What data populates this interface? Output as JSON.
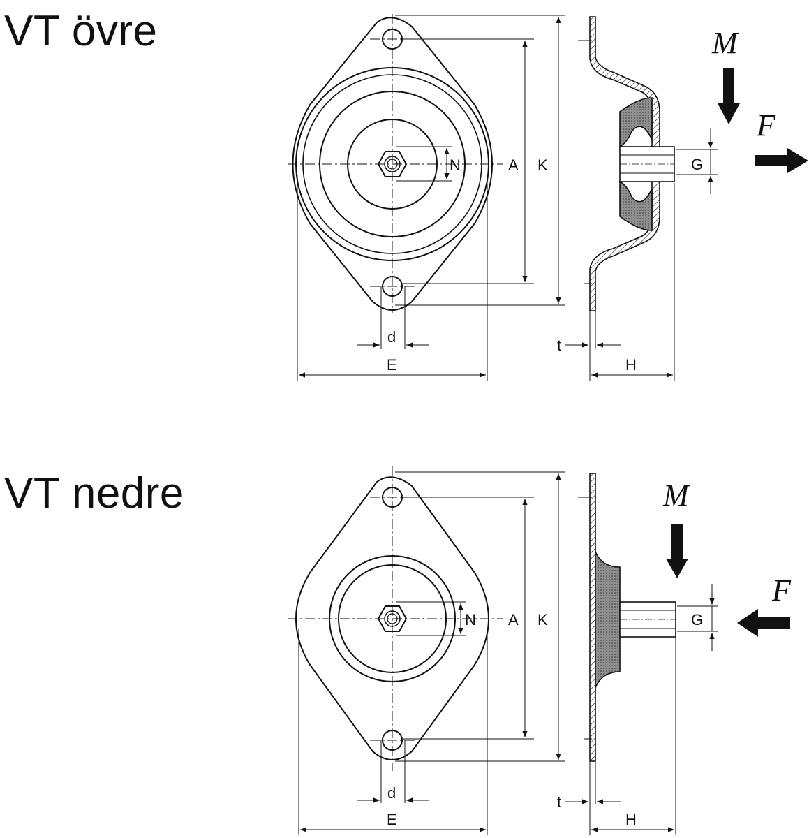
{
  "top": {
    "title": "VT övre",
    "labels": {
      "A": "A",
      "K": "K",
      "N": "N",
      "G": "G",
      "d": "d",
      "E": "E",
      "t": "t",
      "H": "H"
    },
    "moment": "M",
    "force": "F"
  },
  "bottom": {
    "title": "VT nedre",
    "labels": {
      "A": "A",
      "K": "K",
      "N": "N",
      "G": "G",
      "d": "d",
      "E": "E",
      "t": "t",
      "H": "H"
    },
    "moment": "M",
    "force": "F"
  },
  "colors": {
    "line": "#111111",
    "rubber": "#9a9a9a"
  }
}
